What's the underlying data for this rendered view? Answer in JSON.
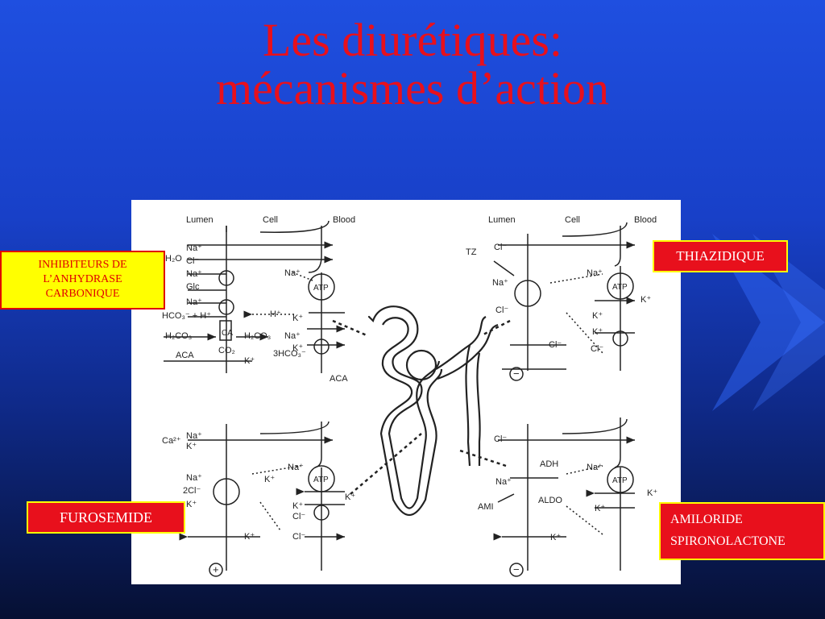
{
  "title": {
    "line1": "Les diurétiques:",
    "line2": "mécanismes d’action"
  },
  "labels": {
    "inhibiteurs": [
      "INHIBITEURS DE",
      "L’ANHYDRASE",
      "CARBONIQUE"
    ],
    "thiazidique": "THIAZIDIQUE",
    "furosemide": "FUROSEMIDE",
    "amiloride": [
      "AMILORIDE",
      "SPIRONOLACTONE"
    ]
  },
  "headers": {
    "lumen": "Lumen",
    "cell": "Cell",
    "blood": "Blood"
  },
  "tl": {
    "na": "Na⁺",
    "cl": "Cl⁻",
    "h2o": "H₂O",
    "na2": "Na⁺",
    "glc": "Glc",
    "na3": "Na⁺",
    "hco3h": "HCO₃⁻ + H⁺",
    "h2co3": "H₂CO₃",
    "ca": "CA",
    "h2co3b": "H₂CO₃",
    "aca": "ACA",
    "co2": "CO₂",
    "kplus": "K⁺",
    "na_b": "Na⁺",
    "atp": "ATP",
    "k_b": "K⁺",
    "hplus": "H⁺",
    "na_c": "Na⁺",
    "k_c": "K⁺",
    "hco3x3": "3HCO₃⁻",
    "aca2": "ACA"
  },
  "tr": {
    "cl": "Cl⁻",
    "tz": "TZ",
    "na": "Na⁺",
    "cl2": "Cl⁻",
    "na_b": "Na⁺",
    "atp": "ATP",
    "k_b": "K⁺",
    "k_c": "K⁺",
    "k_d": "K⁺",
    "cl_b": "Cl⁻",
    "cl_c": "Cl⁻",
    "minus": "−"
  },
  "bl": {
    "ca": "Ca²⁺",
    "na": "Na⁺",
    "k": "K⁺",
    "na2": "Na⁺",
    "cl2": "2Cl⁻",
    "k2": "K⁺",
    "k3": "K⁺",
    "na_b": "Na⁺",
    "atp": "ATP",
    "k_b": "K⁺",
    "k_c": "K⁺",
    "cl_b": "Cl⁻",
    "cl_c": "Cl⁻",
    "k_l": "K⁺",
    "plus": "+"
  },
  "br": {
    "cl": "Cl⁻",
    "adh": "ADH",
    "na": "Na⁺",
    "ami": "AMI",
    "aldo": "ALDO",
    "na_b": "Na⁺",
    "atp": "ATP",
    "k_b": "K⁺",
    "k_c": "K⁺",
    "k_l": "K⁺",
    "minus": "−"
  }
}
